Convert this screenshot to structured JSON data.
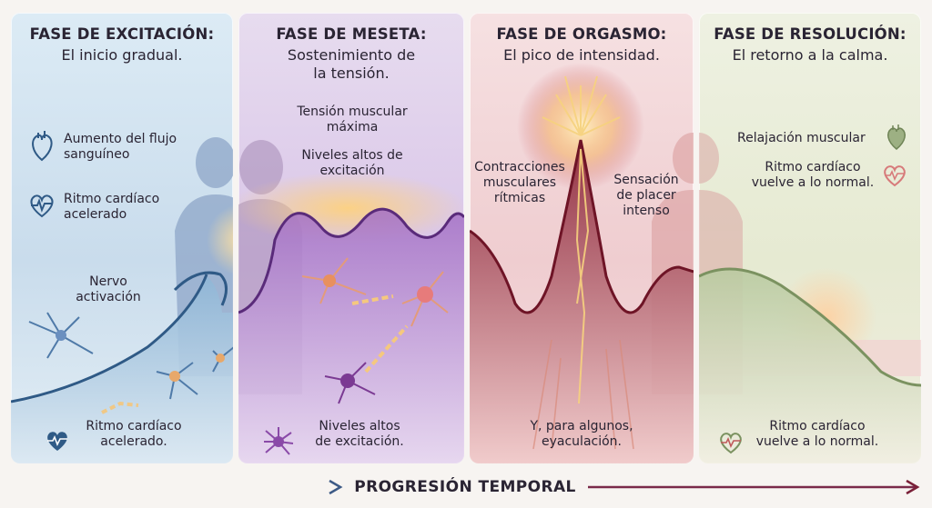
{
  "phases": [
    {
      "title": "FASE DE EXCITACIÓN:",
      "subtitle": "El inicio gradual.",
      "labels": {
        "blood_flow": "Aumento del flujo\nsanguíneo",
        "heart_rate": "Ritmo cardíaco\nacelerado",
        "nerve": "Nervo\nactivación",
        "bottom": "Ritmo cardíaco\nacelerado."
      },
      "icons": [
        "heart-anatomy-icon",
        "heartbeat-icon",
        "heartbeat-icon"
      ]
    },
    {
      "title": "FASE DE MESETA:",
      "subtitle": "Sostenimiento de\nla tensión.",
      "labels": {
        "tension": "Tensión muscular\nmáxima",
        "excitation": "Niveles altos de\nexcitación",
        "bottom": "Niveles altos\nde excitación."
      },
      "icons": [
        "neuron-icon"
      ]
    },
    {
      "title": "FASE DE ORGASMO:",
      "subtitle": "El pico de intensidad.",
      "labels": {
        "contractions": "Contracciones\nmusculares\nrítmicas",
        "pleasure": "Sensación\nde placer\nintenso",
        "bottom": "Y, para algunos,\neyaculación."
      },
      "icons": []
    },
    {
      "title": "FASE DE RESOLUCIÓN:",
      "subtitle": "El retorno a la calma.",
      "labels": {
        "relax": "Relajación muscular",
        "heart_normal": "Ritmo cardíaco\nvuelve a lo normal.",
        "bottom": "Ritmo cardíaco\nvuelve a lo normal."
      },
      "icons": [
        "heart-icon",
        "heartbeat-icon",
        "heartbeat-icon"
      ]
    }
  ],
  "timeline": {
    "label": "PROGRESIÓN TEMPORAL"
  },
  "colors": {
    "excitation": "#2f6a9b",
    "plateau": "#6a3a8c",
    "orgasm": "#8e2035",
    "resolution": "#7f9c6a",
    "glow": "#f5c26b"
  }
}
